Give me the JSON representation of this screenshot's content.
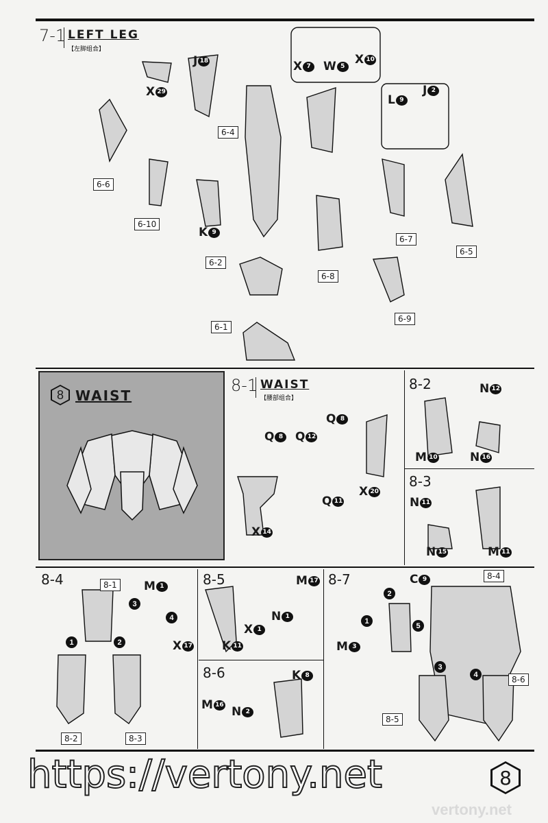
{
  "section_7_1": {
    "number": "7-1",
    "title": "LEFT LEG",
    "subtitle": "【左脚组合】",
    "parts": [
      {
        "letter": "J",
        "num": "18"
      },
      {
        "letter": "X",
        "num": "29"
      },
      {
        "letter": "X",
        "num": "10"
      },
      {
        "letter": "X",
        "num": "7"
      },
      {
        "letter": "W",
        "num": "5"
      },
      {
        "letter": "L",
        "num": "9"
      },
      {
        "letter": "J",
        "num": "2"
      },
      {
        "letter": "K",
        "num": "9"
      }
    ],
    "refs": [
      "6-4",
      "6-6",
      "6-10",
      "6-2",
      "6-8",
      "6-7",
      "6-5",
      "6-9",
      "6-1"
    ]
  },
  "waist_panel": {
    "step_number": "8",
    "title": "WAIST"
  },
  "section_8_1": {
    "number": "8-1",
    "title": "WAIST",
    "subtitle": "【腰部组合】",
    "parts": [
      {
        "letter": "Q",
        "num": "8"
      },
      {
        "letter": "Q",
        "num": "12"
      },
      {
        "letter": "Q",
        "num": "8"
      },
      {
        "letter": "Q",
        "num": "11"
      },
      {
        "letter": "X",
        "num": "20"
      },
      {
        "letter": "X",
        "num": "14"
      }
    ]
  },
  "section_8_2": {
    "number": "8-2",
    "parts": [
      {
        "letter": "N",
        "num": "12"
      },
      {
        "letter": "M",
        "num": "10"
      },
      {
        "letter": "N",
        "num": "16"
      }
    ]
  },
  "section_8_3": {
    "number": "8-3",
    "parts": [
      {
        "letter": "N",
        "num": "11"
      },
      {
        "letter": "N",
        "num": "15"
      },
      {
        "letter": "M",
        "num": "11"
      }
    ]
  },
  "section_8_4": {
    "number": "8-4",
    "parts": [
      {
        "letter": "M",
        "num": "1"
      },
      {
        "letter": "X",
        "num": "17"
      }
    ],
    "steps": [
      "3",
      "4",
      "1",
      "2"
    ],
    "refs": [
      "8-1",
      "8-2",
      "8-3"
    ]
  },
  "section_8_5": {
    "number": "8-5",
    "parts": [
      {
        "letter": "M",
        "num": "17"
      },
      {
        "letter": "N",
        "num": "1"
      },
      {
        "letter": "X",
        "num": "1"
      },
      {
        "letter": "K",
        "num": "11"
      }
    ]
  },
  "section_8_6": {
    "number": "8-6",
    "parts": [
      {
        "letter": "K",
        "num": "8"
      },
      {
        "letter": "M",
        "num": "16"
      },
      {
        "letter": "N",
        "num": "2"
      }
    ]
  },
  "section_8_7": {
    "number": "8-7",
    "parts": [
      {
        "letter": "C",
        "num": "9"
      },
      {
        "letter": "M",
        "num": "3"
      }
    ],
    "steps": [
      "2",
      "1",
      "5",
      "3",
      "4"
    ],
    "refs": [
      "8-4",
      "8-5",
      "8-6"
    ]
  },
  "page_number": "8",
  "watermark": "https://vertony.net",
  "watermark_footer": "vertony.net"
}
